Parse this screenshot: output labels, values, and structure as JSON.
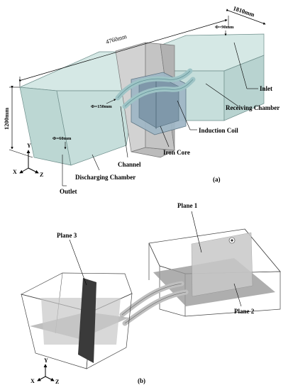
{
  "panel_a": {
    "dim_length": "4760mm",
    "dim_width": "1810mm",
    "dim_height": "1200mm",
    "phi_inlet": "Φ=90mm",
    "phi_channel": "Φ=150mm",
    "phi_outlet": "Φ=60mm",
    "label_inlet": "Inlet",
    "label_receiving": "Receiving Chamber",
    "label_coil": "Induction Coil",
    "label_core": "Iron Core",
    "label_channel": "Channel",
    "label_discharging": "Discharging Chamber",
    "label_outlet": "Outlet",
    "axis_y": "Y",
    "axis_x": "X",
    "axis_z": "Z",
    "caption": "(a)"
  },
  "panel_b": {
    "plane1": "Plane 1",
    "plane2": "Plane 2",
    "plane3": "Plane 3",
    "axis_y": "Y",
    "axis_x": "X",
    "axis_z": "Z",
    "caption": "(b)"
  },
  "colors": {
    "chamber_fill": "#cfe3e0",
    "core_fill": "#c9c9c9",
    "coil_fill": "#9fb6c6",
    "plane_light": "#bdbdbd",
    "plane_dark": "#3a3a3a"
  }
}
